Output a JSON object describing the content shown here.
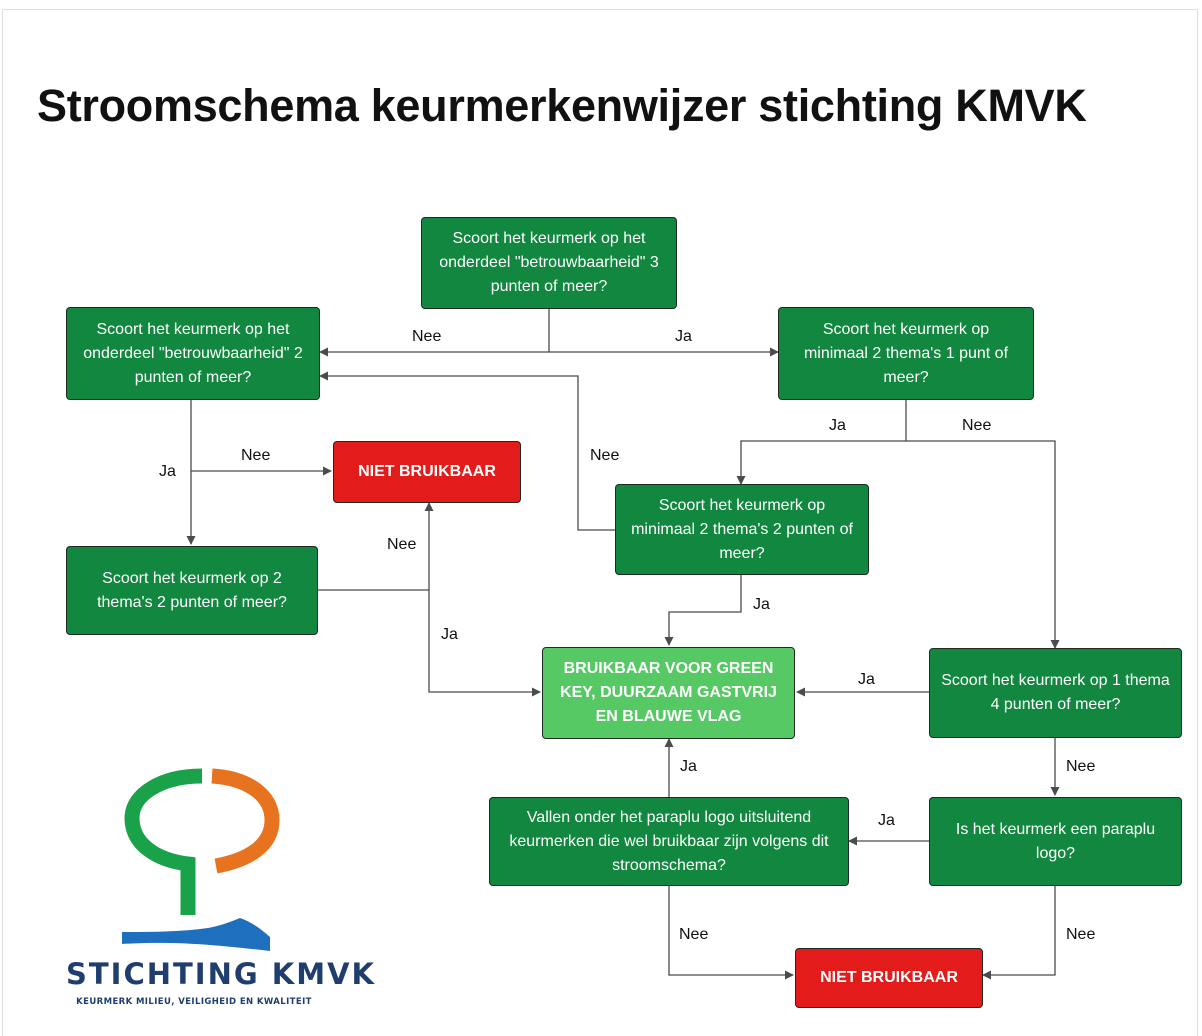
{
  "title": "Stroomschema keurmerkenwijzer stichting KMVK",
  "nodes": {
    "q_betrouw3": "Scoort het keurmerk op het onderdeel \"betrouwbaarheid\" 3 punten of meer?",
    "q_betrouw2": "Scoort het keurmerk op het onderdeel \"betrouwbaarheid\" 2 punten of meer?",
    "q_thema1": "Scoort het keurmerk op minimaal 2 thema's 1 punt of meer?",
    "q_thema2": "Scoort het keurmerk op minimaal 2 thema's 2 punten of meer?",
    "q_2themas2": "Scoort het keurmerk op 2 thema's 2 punten of meer?",
    "q_thema4": "Scoort het keurmerk op 1 thema 4 punten of meer?",
    "q_paraplu": "Is het keurmerk een paraplu logo?",
    "q_vallen": "Vallen onder het paraplu logo uitsluitend keurmerken die wel bruikbaar zijn volgens dit stroomschema?",
    "stop_top": "NIET BRUIKBAAR",
    "stop_bottom": "NIET BRUIKBAAR",
    "result": "BRUIKBAAR VOOR GREEN KEY, DUURZAAM GASTVRIJ EN BLAUWE VLAG"
  },
  "edge_labels": {
    "top_nee": "Nee",
    "top_ja": "Ja",
    "betrouw2_ja": "Ja",
    "betrouw2_nee": "Nee",
    "thema2_nee": "Nee",
    "thema1_ja": "Ja",
    "thema1_nee": "Nee",
    "twothemas_nee": "Nee",
    "twothemas_ja": "Ja",
    "thema2_ja": "Ja",
    "thema4_ja": "Ja",
    "thema4_nee": "Nee",
    "vallen_ja": "Ja",
    "paraplu_ja": "Ja",
    "vallen_nee": "Nee",
    "paraplu_nee": "Nee"
  },
  "logo": {
    "name": "STICHTING KMVK",
    "tagline": "KEURMERK MILIEU, VEILIGHEID EN KWALITEIT"
  },
  "colors": {
    "question": "#12873f",
    "stop": "#e31b1b",
    "result": "#56c965",
    "arrow": "#4b4b52",
    "logo_green": "#1aa24b",
    "logo_orange": "#e8731e",
    "logo_blue": "#1f6fbf"
  }
}
